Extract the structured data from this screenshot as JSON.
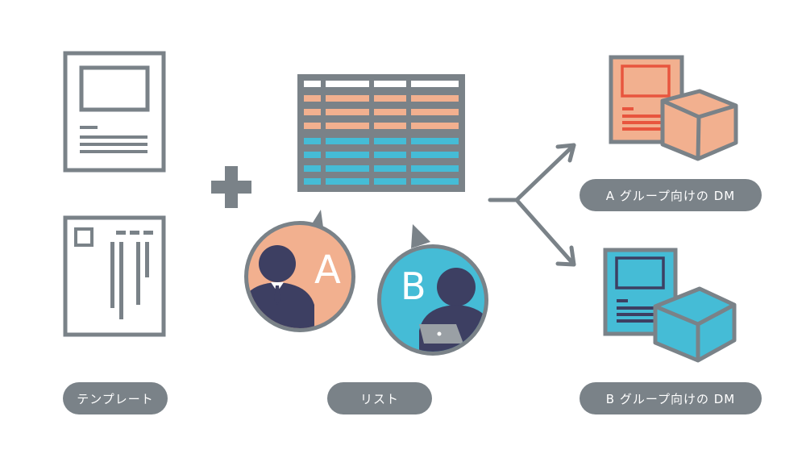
{
  "labels": {
    "template": "テンプレート",
    "list": "リスト",
    "dm_a": "A グループ向けの DM",
    "dm_b": "B グループ向けの DM"
  },
  "avatars": {
    "a_letter": "A",
    "b_letter": "B"
  },
  "colors": {
    "gray": "#7a8288",
    "orange": "#f2b08f",
    "blue": "#45bcd6",
    "navy": "#3d3f62",
    "red": "#e8553e",
    "white": "#ffffff"
  }
}
